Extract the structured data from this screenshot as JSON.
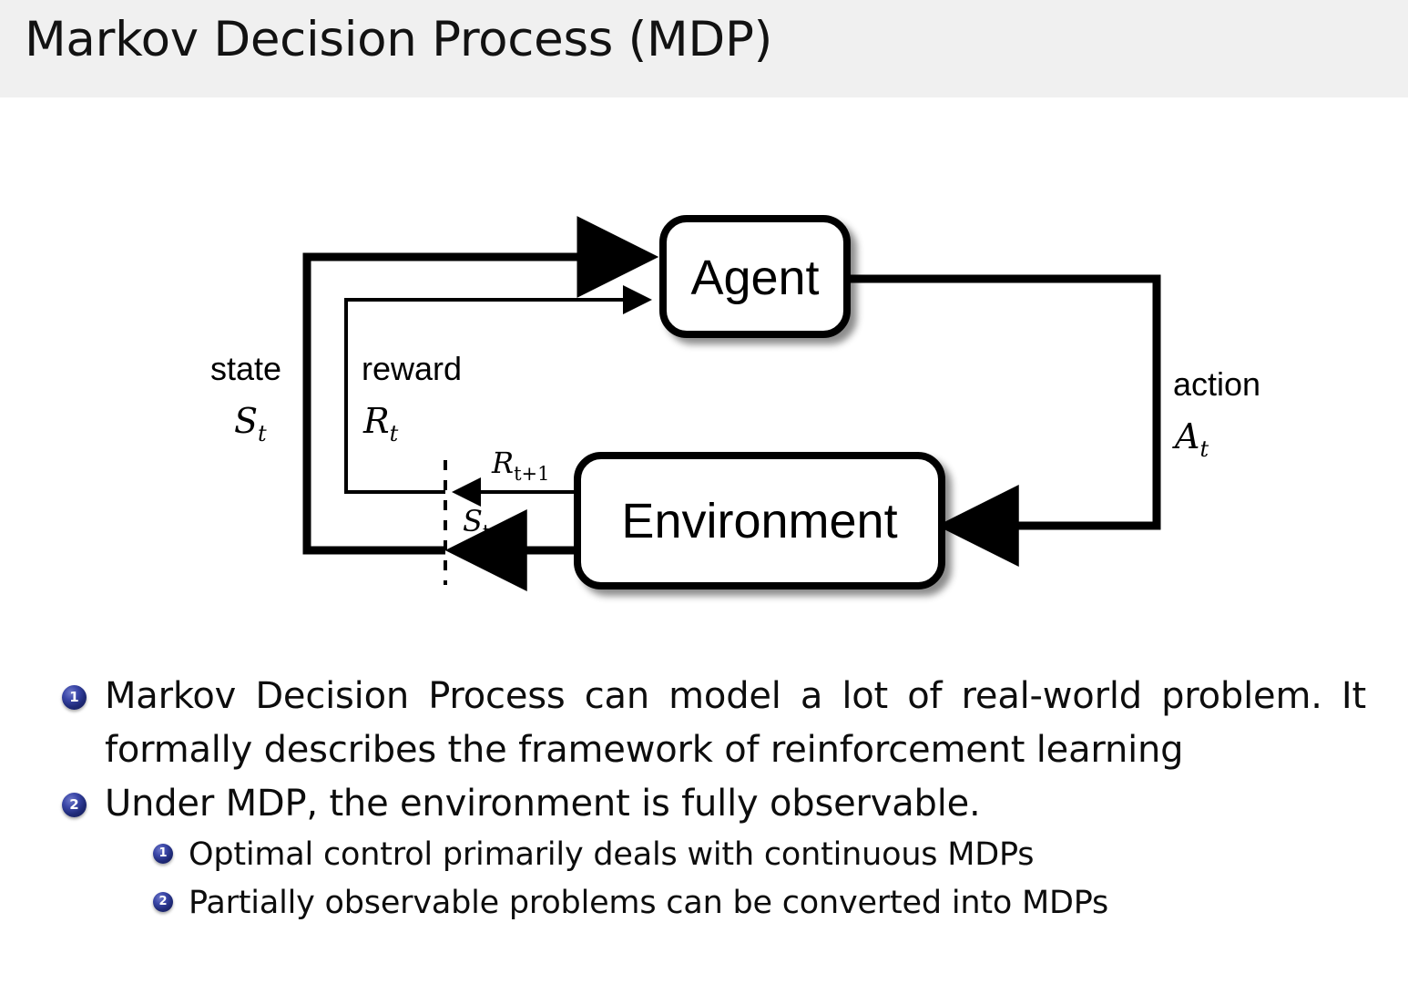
{
  "slide": {
    "title": "Markov Decision Process (MDP)",
    "header_bg": "#f0f0f0",
    "text_color": "#0d0d0d",
    "bullet_marker_color": "#2b3a8f"
  },
  "diagram": {
    "name": "agent-environment-interaction-loop",
    "nodes": [
      {
        "id": "agent",
        "label": "Agent"
      },
      {
        "id": "environment",
        "label": "Environment"
      }
    ],
    "edge_labels": {
      "state_word": "state",
      "state_symbol": "S",
      "state_symbol_sub": "t",
      "reward_word": "reward",
      "reward_symbol": "R",
      "reward_symbol_sub": "t",
      "action_word": "action",
      "action_symbol": "A",
      "action_symbol_sub": "t",
      "reward_next_symbol": "R",
      "reward_next_sub": "t+1",
      "state_next_symbol": "S",
      "state_next_sub": "t+1"
    }
  },
  "bullets": [
    {
      "number": "1",
      "text": "Markov Decision Process can model a lot of real-world problem. It formally describes the framework of reinforcement learning",
      "children": []
    },
    {
      "number": "2",
      "text": "Under MDP, the environment is fully observable.",
      "children": [
        {
          "number": "1",
          "text": "Optimal control primarily deals with continuous MDPs"
        },
        {
          "number": "2",
          "text": "Partially observable problems can be converted into MDPs"
        }
      ]
    }
  ]
}
